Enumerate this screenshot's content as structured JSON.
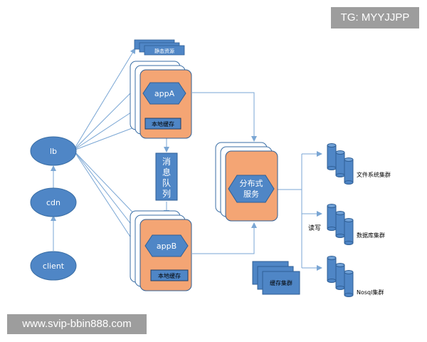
{
  "colors": {
    "node_fill": "#4f86c6",
    "node_stroke": "#3a6ea5",
    "orange": "#f4a574",
    "orange_stroke": "#2f5f96",
    "line": "#7aa6d4"
  },
  "nodes": {
    "lb": "lb",
    "cdn": "cdn",
    "client": "client"
  },
  "static_resources": "静态资源",
  "app_a": {
    "label": "appA",
    "cache": "本地缓存"
  },
  "app_b": {
    "label": "appB",
    "cache": "本地缓存"
  },
  "message_queue": [
    "消",
    "息",
    "队",
    "列"
  ],
  "distributed_service": [
    "分布式",
    "服务"
  ],
  "cache_cluster": "缓存集群",
  "read_write": "读写",
  "storage": {
    "file": "文件系统集群",
    "database": "数据库集群",
    "nosql": "Nosql集群"
  },
  "watermarks": {
    "top": "TG: MYYJJPP",
    "bottom": "www.svip-bbin888.com"
  }
}
